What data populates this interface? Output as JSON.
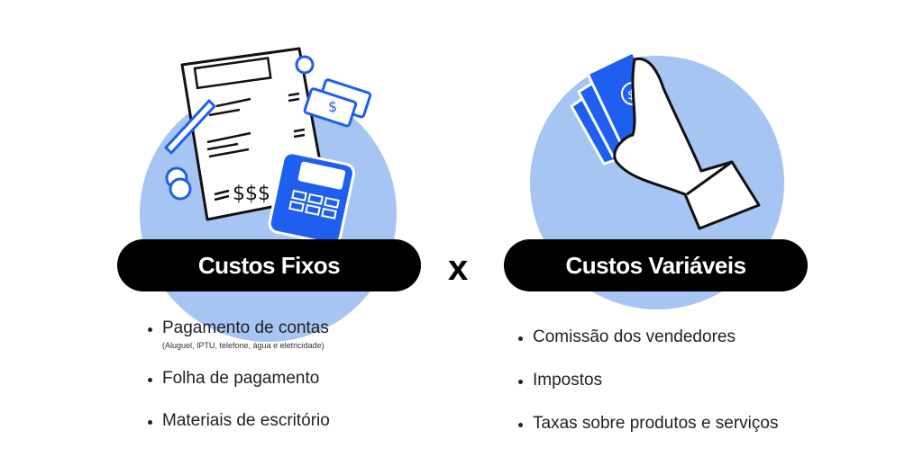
{
  "left": {
    "title": "Custos Fixos",
    "illustration": "bill-calculator-money-illustration",
    "items": [
      {
        "label": "Pagamento de contas",
        "sub": "(Aluguel, IPTU, telefone, água e eletricidade)"
      },
      {
        "label": "Folha de pagamento"
      },
      {
        "label": "Materiais de escritório"
      }
    ]
  },
  "separator": "x",
  "right": {
    "title": "Custos Variáveis",
    "illustration": "hand-holding-money-illustration",
    "items": [
      {
        "label": "Comissão dos vendedores"
      },
      {
        "label": "Impostos"
      },
      {
        "label": "Taxas sobre produtos e serviços"
      }
    ]
  },
  "illustration_text": {
    "dollars": "$$$",
    "dollar": "$"
  },
  "colors": {
    "accent_blue": "#1f5ff0",
    "circle_blue": "#a6c5f2",
    "pill_black": "#000000"
  }
}
